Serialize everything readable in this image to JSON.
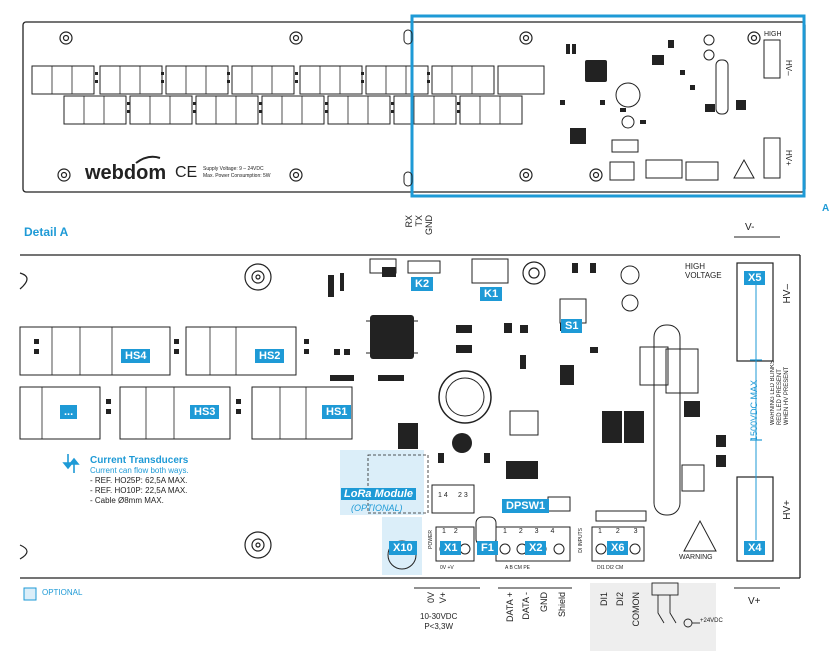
{
  "overview": {
    "brand": "webdom",
    "ce": "CE",
    "spec_line1": "Supply Voltage: 9 – 24VDC",
    "spec_line2": "Max. Power Consumption: 5W",
    "hv_minus": "HV–",
    "hv_plus": "HV+",
    "high_voltage": "HIGH VOLTAGE",
    "callout": "A"
  },
  "detail": {
    "title": "Detail A",
    "high_voltage": "HIGH\nVOLTAGE",
    "rx": "RX",
    "tx": "TX",
    "gnd": "GND",
    "v_minus": "V-",
    "v_plus": "V+",
    "hv_minus": "HV–",
    "hv_plus": "HV+",
    "max_voltage": "1500VDC MAX",
    "red_led": "WARNING LED BLINKS\nRED LED PRESENT\nWHEN HV PRESENT",
    "warning": "WARNING",
    "tags": {
      "k2": "K2",
      "k1": "K1",
      "s1": "S1",
      "x5": "X5",
      "x4": "X4",
      "hs4": "HS4",
      "hs2": "HS2",
      "hs3": "HS3",
      "hs1": "HS1",
      "more": "...",
      "x10": "X10",
      "x1": "X1",
      "f1": "F1",
      "x2": "X2",
      "x6": "X6",
      "dpsw1": "DPSW1"
    },
    "lora_title": "LoRa Module",
    "lora_sub": "(OPTIONAL)",
    "transducers_title": "Current Transducers",
    "transducers_sub": "Current can flow both ways.",
    "transducers_items": [
      "- REF. HO25P: 62,5A MAX.",
      "- REF. HO10P: 22,5A MAX.",
      "- Cable Ø8mm MAX."
    ],
    "x1_pins": "1 2",
    "x2_pins": "1 2 3 4",
    "x6_pins": "1 2 3",
    "x1_labels": "0V  +V",
    "x2_labels": "A  B  CM  PE",
    "x6_labels": "DI1  DI2  CM",
    "power_vert": "POWER",
    "di_vert": "DI INPUTS",
    "jumper_left": "1 4",
    "jumper_right": "2 3"
  },
  "legend": {
    "optional": "OPTIONAL"
  },
  "bottom": {
    "x1_labels": [
      "0V",
      "V+"
    ],
    "x1_spec1": "10-30VDC",
    "x1_spec2": "P<3,3W",
    "x2_labels": [
      "DATA +",
      "DATA -",
      "GND",
      "Shield"
    ],
    "x6_labels": [
      "DI1",
      "DI2",
      "COMON"
    ],
    "x6_supply": "+24VDC",
    "vplus": "V+"
  }
}
